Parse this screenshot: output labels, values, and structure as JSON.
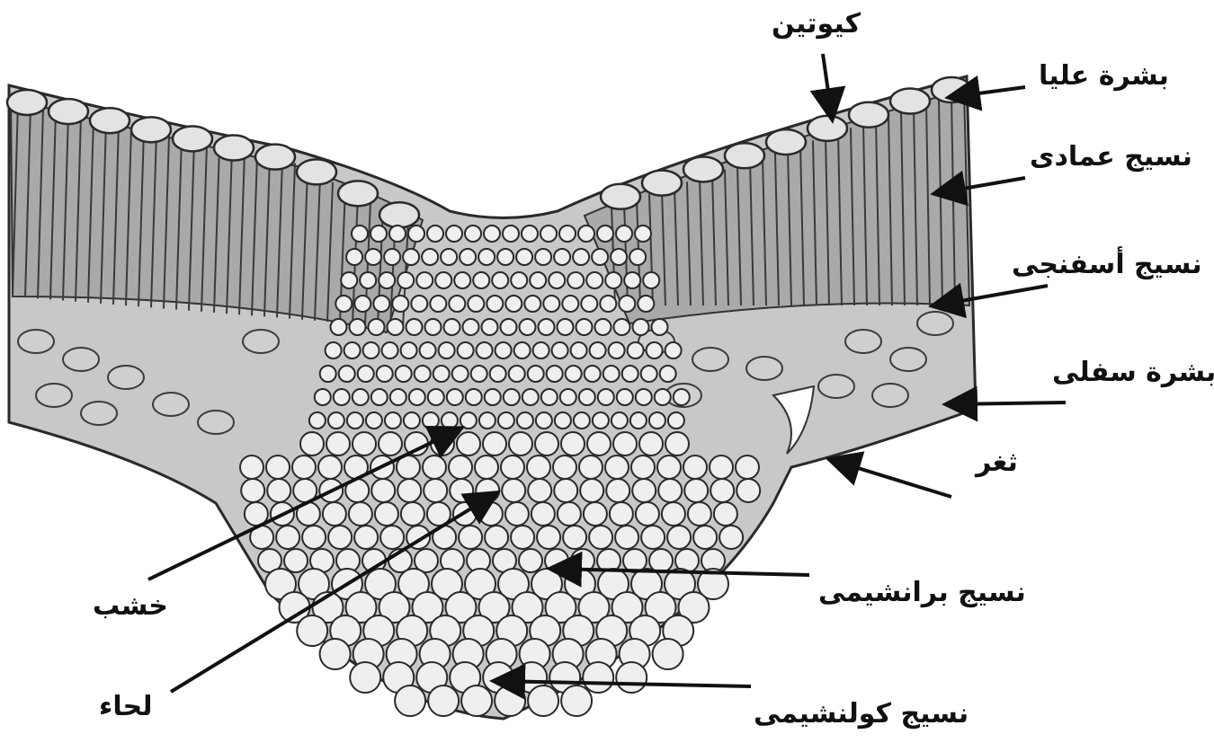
{
  "labels": {
    "cutin": "كيوتين",
    "upper_epidermis": "بشرة عليا",
    "palisade": "نسيج عمادى",
    "spongy": "نسيج أسفنجى",
    "lower_epidermis": "بشرة سفلى",
    "stoma": "ثغر",
    "parenchyma": "نسيج برانشيمى",
    "xylem": "خشب",
    "phloem": "لحاء",
    "collenchyma": "نسيج كولنشيمى"
  },
  "colors": {
    "cell_fill": "#d9d9d9",
    "cell_wall": "#2a2a2a",
    "palisade_fill": "#b5b5b5",
    "arrow": "#111111"
  }
}
